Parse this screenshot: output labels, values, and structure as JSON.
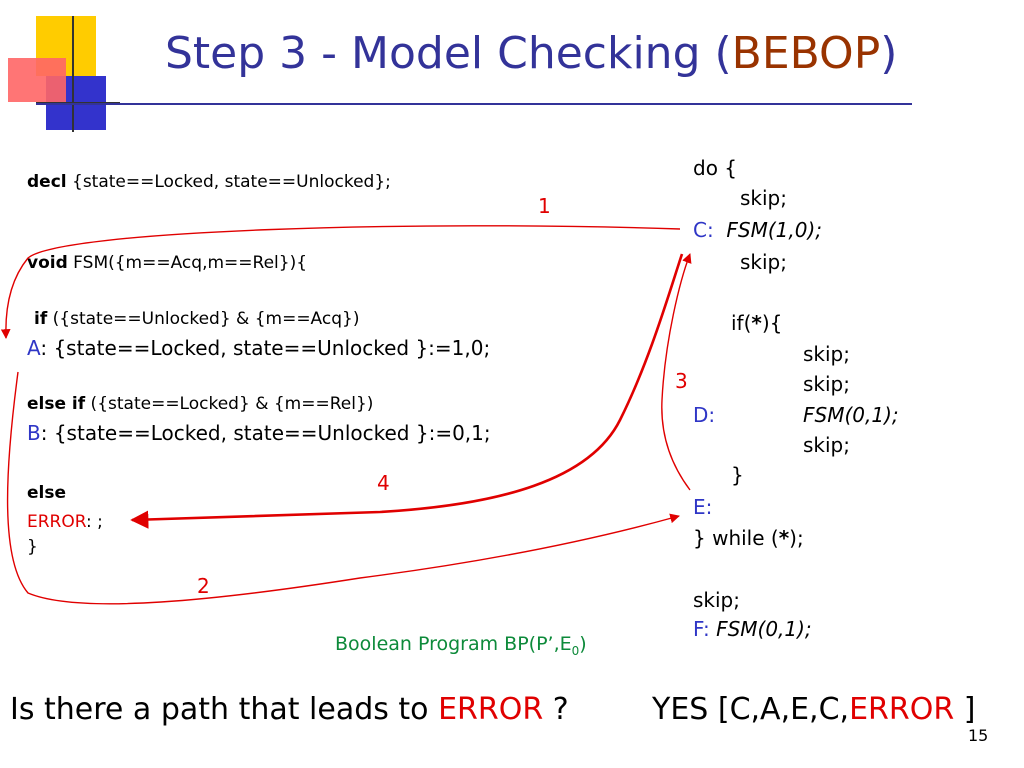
{
  "title": {
    "text": "Step 3 - Model Checking (",
    "accent": "BEBOP",
    "close": ")"
  },
  "left_code": {
    "decl_kw": "decl",
    "decl_rest": " {state==Locked, state==Unlocked};",
    "void_kw": "void",
    "void_rest": " FSM({m==Acq,m==Rel}){",
    "if_kw": "if",
    "if_rest": " ({state==Unlocked} & {m==Acq})",
    "a_label": "A",
    "a_rest": ":   {state==Locked, state==Unlocked }:=1,0;",
    "elseif_kw": "else if",
    "elseif_rest": " ({state==Locked} & {m==Rel})",
    "b_label": "B",
    "b_rest": ":   {state==Locked, state==Unlocked }:=0,1;",
    "else_kw": "else",
    "error_label": "ERROR",
    "error_rest": ": ;",
    "close_brace": "}"
  },
  "right_code": {
    "do": "do {",
    "skip1": "skip;",
    "c_label": "C:",
    "c_call": "FSM(1,0);",
    "skip2": "skip;",
    "if_open": "if(",
    "star": "*",
    "if_close": "){",
    "skip3": "skip;",
    "skip4": "skip;",
    "d_label": "D:",
    "d_call": "FSM(0,1);",
    "skip5": "skip;",
    "close_if": "}",
    "e_label": "E:",
    "while_open": "} while (",
    "while_close": ");",
    "skip6": "skip;",
    "f_label": "F:",
    "f_call": "FSM(0,1);"
  },
  "arrows": {
    "n1": "1",
    "n2": "2",
    "n3": "3",
    "n4": "4"
  },
  "caption": {
    "text": "Boolean Program BP(P’,E",
    "sub": "0",
    "close": ")"
  },
  "question": {
    "text": "Is there a path that leads to ",
    "error": "ERROR",
    "end": " ?"
  },
  "answer": {
    "text": "YES [C,A,E,C,",
    "error": "ERROR",
    "end": " ]"
  },
  "page_number": "15",
  "colors": {
    "title": "#333399",
    "accent": "#993300",
    "red": "#e00000",
    "blue": "#2f36c6",
    "green": "#0d8a3a"
  }
}
